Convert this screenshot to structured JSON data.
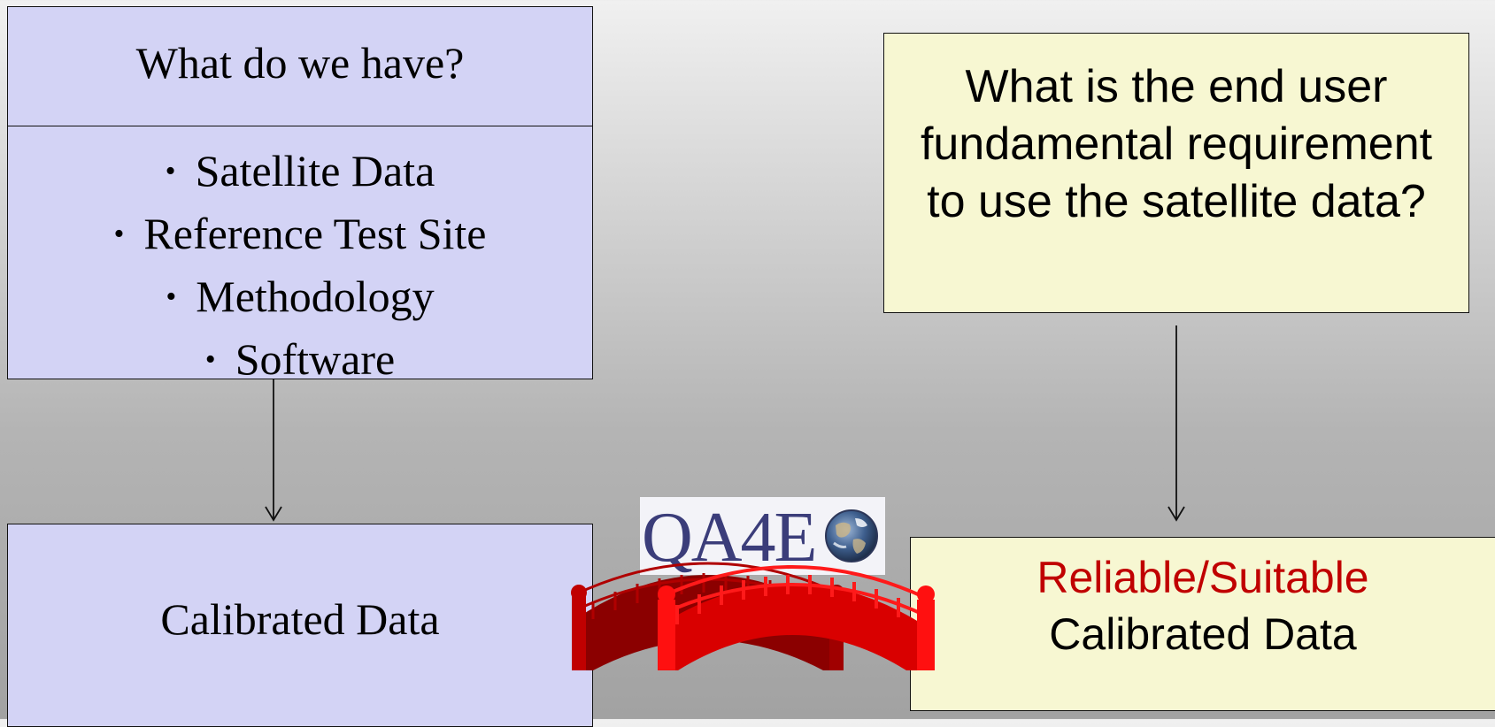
{
  "left": {
    "question": "What do we have?",
    "items": [
      "Satellite Data",
      "Reference Test Site",
      "Methodology",
      "Software"
    ],
    "result": "Calibrated Data"
  },
  "right": {
    "question": "What is the end user fundamental requirement to use the satellite data?",
    "question_lines": [
      "What is the end user",
      "fundamental requirement",
      "to use the satellite data?"
    ],
    "result_highlight": "Reliable/Suitable",
    "result": "Calibrated Data"
  },
  "logo": {
    "text": "QA4E"
  },
  "colors": {
    "left_box": "#d3d3f5",
    "right_box": "#f7f7d2",
    "highlight": "#c00000",
    "bridge": "#e00000",
    "bridge_dark": "#8b0000",
    "logo_text": "#3b3d7a"
  },
  "icons": [
    "bridge-icon",
    "globe-icon"
  ]
}
